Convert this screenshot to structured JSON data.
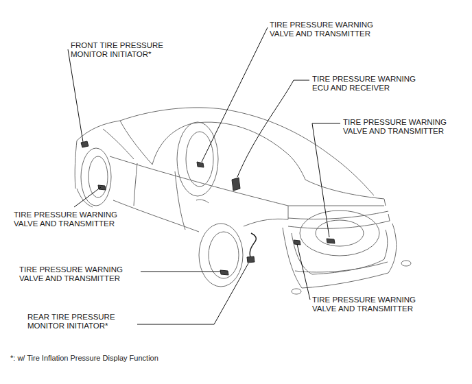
{
  "diagram": {
    "labels": [
      "TIRE PRESSURE WARNING VALVE AND TRANSMITTER",
      "FRONT TIRE PRESSURE MONITOR INITIATOR*",
      "TIRE PRESSURE WARNING ECU AND RECEIVER",
      "TIRE PRESSURE WARNING VALVE AND TRANSMITTER",
      "TIRE PRESSURE WARNING VALVE AND TRANSMITTER",
      "TIRE PRESSURE WARNING VALVE AND TRANSMITTER",
      "TIRE PRESSURE WARNING VALVE AND TRANSMITTER",
      "REAR TIRE PRESSURE MONITOR INITIATOR*",
      "*: w/ Tire Inflation Pressure Display Function"
    ]
  }
}
